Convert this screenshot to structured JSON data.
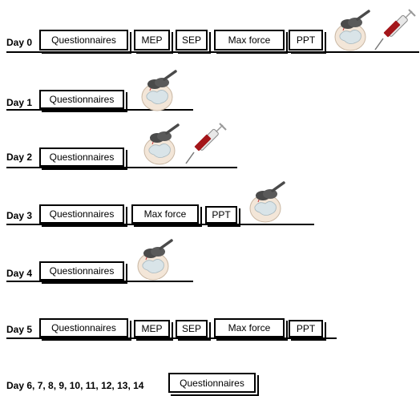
{
  "rows": [
    {
      "day": "Day 0",
      "items": [
        "Questionnaires",
        "MEP",
        "SEP",
        "Max force",
        "PPT"
      ],
      "icons": [
        "tms-coil-head-icon",
        "syringe-icon"
      ]
    },
    {
      "day": "Day 1",
      "items": [
        "Questionnaires"
      ],
      "icons": [
        "tms-coil-head-icon"
      ]
    },
    {
      "day": "Day 2",
      "items": [
        "Questionnaires"
      ],
      "icons": [
        "tms-coil-head-icon",
        "syringe-icon"
      ]
    },
    {
      "day": "Day 3",
      "items": [
        "Questionnaires",
        "Max force",
        "PPT"
      ],
      "icons": [
        "tms-coil-head-icon"
      ]
    },
    {
      "day": "Day 4",
      "items": [
        "Questionnaires"
      ],
      "icons": [
        "tms-coil-head-icon"
      ]
    },
    {
      "day": "Day 5",
      "items": [
        "Questionnaires",
        "MEP",
        "SEP",
        "Max force",
        "PPT"
      ],
      "icons": []
    },
    {
      "day": "Day 6, 7, 8, 9, 10, 11, 12, 13, 14",
      "items": [
        "Questionnaires"
      ],
      "icons": []
    }
  ],
  "colors": {
    "line": "#000000",
    "syringe_fluid": "#a4161a",
    "coil": "#4a4a4a",
    "head": "#f3e6d8"
  }
}
